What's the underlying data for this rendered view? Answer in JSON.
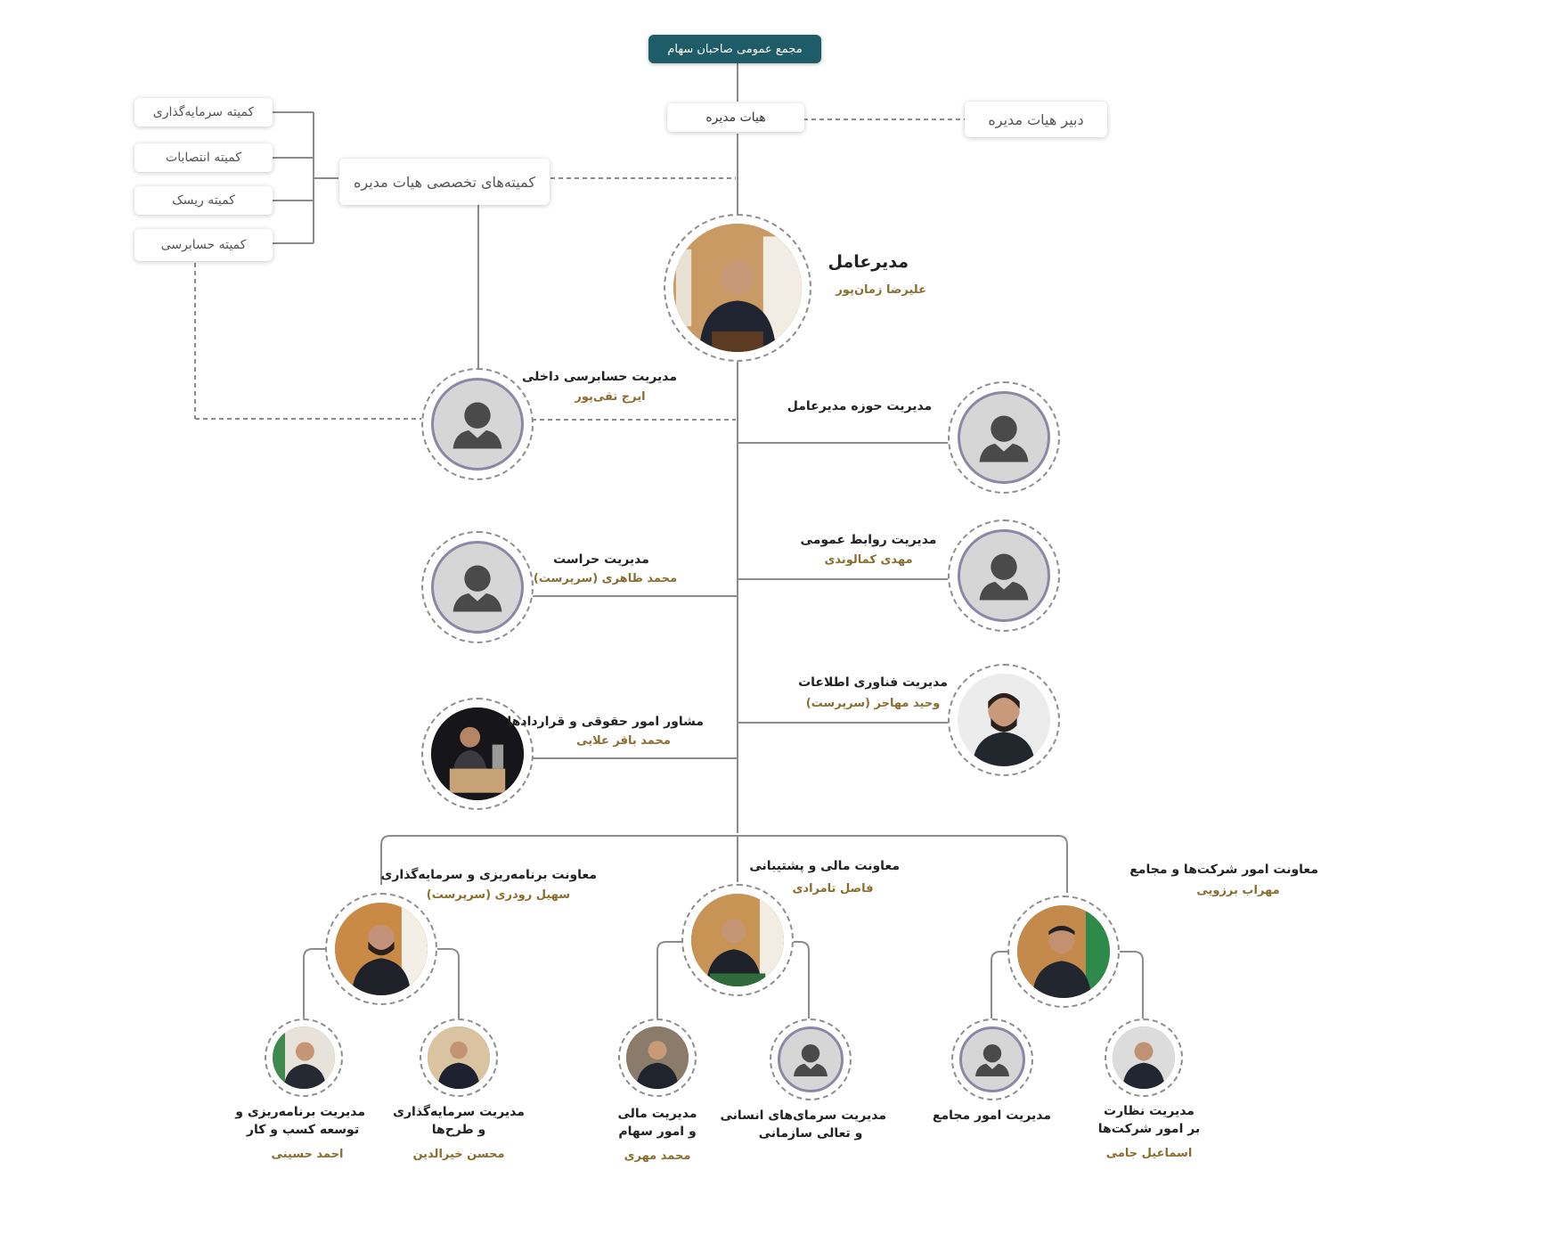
{
  "colors": {
    "accent": "#1e5d68",
    "name": "#8a6e2f",
    "line": "#8c8c8c",
    "avatar_ring": "#8d87a6"
  },
  "top": {
    "shareholders": "مجمع عمومی صاحبان سهام",
    "board": "هیات مدیره",
    "board_secretary": "دبیر هیات مدیره",
    "committees_group": "کمیته‌های تخصصی هیات مدیره"
  },
  "committees": [
    "کمیته سرمایه‌گذاری",
    "کمیته انتصابات",
    "کمیته ریسک",
    "کمیته حسابرسی"
  ],
  "ceo": {
    "title": "مدیرعامل",
    "name": "علیرضا زمان‌پور"
  },
  "units": {
    "audit": {
      "title": "مدیریت حسابرسی داخلی",
      "name": "ایرج تقی‌پور"
    },
    "ceo_office": {
      "title": "مدیریت حوزه مدیرعامل"
    },
    "security": {
      "title": "مدیریت حراست",
      "name": "محمد ظاهری (سرپرست)"
    },
    "pr": {
      "title": "مدیریت روابط عمومی",
      "name": "مهدی کمالوندی"
    },
    "it": {
      "title": "مدیریت فناوری اطلاعات",
      "name": "وحید مهاجر (سرپرست)"
    },
    "legal": {
      "title": "مشاور امور حقوقی و قراردادها",
      "name": "محمد باقر علایی"
    }
  },
  "deputies": {
    "planning": {
      "title": "معاونت برنامه‌ریزی و سرمایه‌گذاری",
      "name": "سهیل رودری (سرپرست)"
    },
    "finance": {
      "title": "معاونت مالی و پشتیبانی",
      "name": "فاصل تامرادی"
    },
    "companies": {
      "title": "معاونت امور شرکت‌ها و مجامع",
      "name": "مهراب برزویی"
    }
  },
  "managers": {
    "planning_dev": {
      "title1": "مدیریت برنامه‌ریزی و",
      "title2": "توسعه کسب و کار",
      "name": "احمد حسینی"
    },
    "investment": {
      "title1": "مدیریت سرمایه‌گذاری",
      "title2": "و طرح‌ها",
      "name": "محسن خیرالدین"
    },
    "finance_shares": {
      "title1": "مدیریت مالی",
      "title2": "و امور سهام",
      "name": "محمد مهری"
    },
    "hr": {
      "title1": "مدیریت سرمای‌های انسانی",
      "title2": "و تعالی سازمانی"
    },
    "assemblies": {
      "title1": "مدیریت امور مجامع"
    },
    "supervision": {
      "title1": "مدیریت نظارت",
      "title2": "بر امور شرکت‌ها",
      "name": "اسماعیل جامی"
    }
  }
}
